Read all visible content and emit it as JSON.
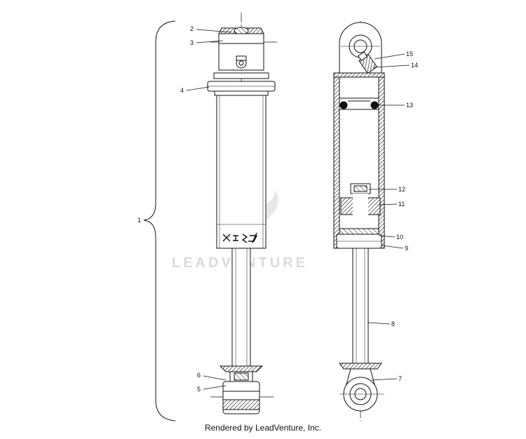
{
  "diagram": {
    "callouts": {
      "c1": "1",
      "c2": "2",
      "c3": "3",
      "c4": "4",
      "c5": "5",
      "c6": "6",
      "c7": "7",
      "c8": "8",
      "c9": "9",
      "c10": "10",
      "c11": "11",
      "c12": "12",
      "c13": "13",
      "c14": "14",
      "c15": "15"
    }
  },
  "watermark": {
    "text": "LEADVENTURE"
  },
  "footer": {
    "text": "Rendered by LeadVenture, Inc."
  },
  "colors": {
    "line": "#111111",
    "watermark": "#d6d6d6"
  }
}
